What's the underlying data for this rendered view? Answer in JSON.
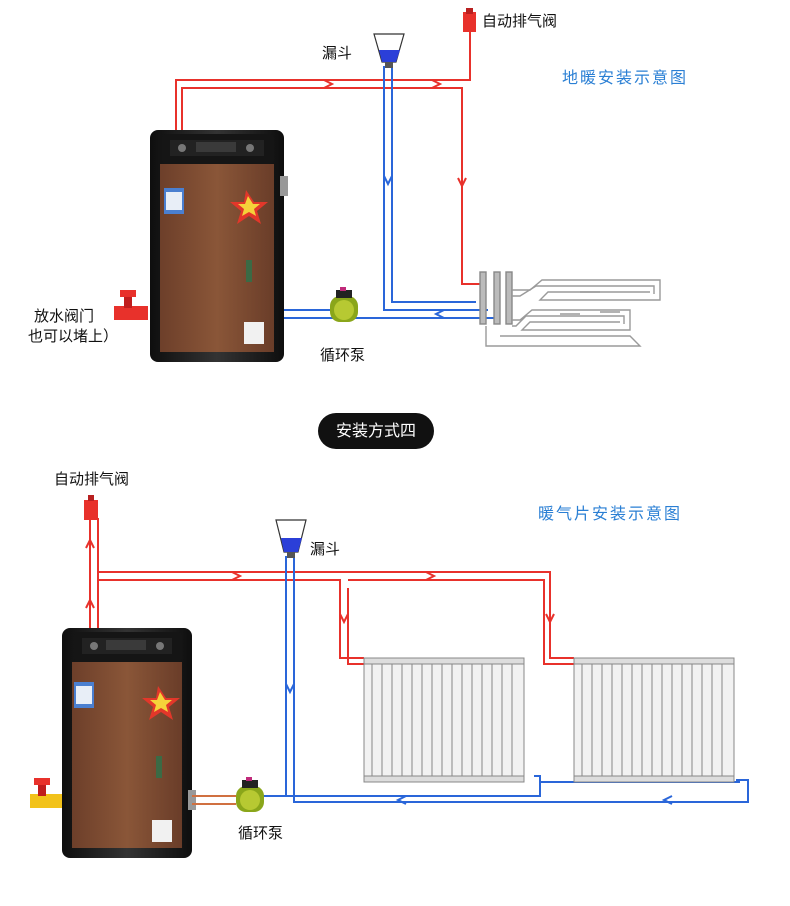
{
  "diagram_top": {
    "title": "地暖安装示意图",
    "funnel_label": "漏斗",
    "air_valve_label": "自动排气阀",
    "pump_label": "循环泵",
    "drain_valve_label_line1": "放水阀门",
    "drain_valve_label_line2": "也可以堵上）"
  },
  "section_badge": "安装方式四",
  "diagram_bottom": {
    "title": "暖气片安装示意图",
    "funnel_label": "漏斗",
    "air_valve_label": "自动排气阀",
    "pump_label": "循环泵"
  },
  "colors": {
    "hot_pipe": "#e8312b",
    "cold_pipe": "#2a66d9",
    "boiler_body": "#7a4a32",
    "boiler_frame": "#1d1d1d",
    "title_blue": "#2a7fd4",
    "pump_green": "#8aa61a"
  }
}
